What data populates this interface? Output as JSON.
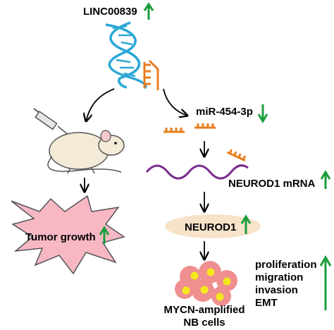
{
  "labels": {
    "gene": "LINC00839",
    "mirna": "miR-454-3p",
    "mrna": "NEUROD1 mRNA",
    "protein": "NEUROD1",
    "tumor": "Tumor growth",
    "cells_line1": "MYCN-amplified",
    "cells_line2": "NB cells",
    "effects": [
      "proliferation",
      "migration",
      "invasion",
      "EMT"
    ]
  },
  "regulation": {
    "gene": "up",
    "mirna": "down",
    "mrna": "up",
    "protein": "up",
    "tumor": "up",
    "effects": "up"
  },
  "icons": [
    "dna-helix-icon",
    "mirna-strand-icon",
    "mouse-icon",
    "syringe-icon",
    "tumor-burst-icon",
    "cell-cluster-icon"
  ],
  "colors": {
    "up_arrow": "#1a9e3c",
    "down_arrow": "#1a9e3c",
    "dna_strand": "#2aa7d6",
    "mirna": "#e87d1e",
    "mrna": "#7b2d8f",
    "tumor_fill": "#f7b8c4",
    "ellipse_fill": "#f6e3c9",
    "cell_fill": "#ef8f8f",
    "cell_core": "#f5e81c"
  }
}
